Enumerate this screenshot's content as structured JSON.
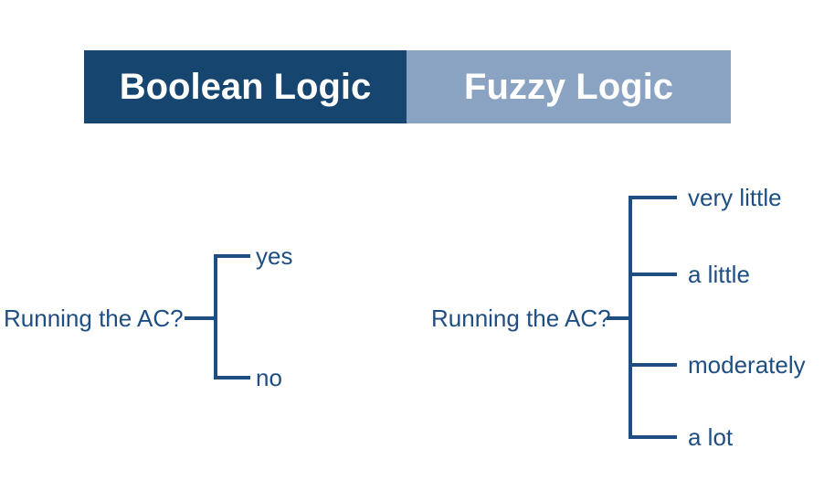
{
  "header": {
    "columns": [
      {
        "label": "Boolean Logic",
        "bg": "#164570"
      },
      {
        "label": "Fuzzy Logic",
        "bg": "#8aa3c2"
      }
    ],
    "text_color": "#ffffff"
  },
  "trees": {
    "boolean": {
      "question": "Running the AC?",
      "options": [
        "yes",
        "no"
      ]
    },
    "fuzzy": {
      "question": "Running the AC?",
      "options": [
        "very little",
        "a little",
        "moderately",
        "a lot"
      ]
    }
  },
  "colors": {
    "header_dark": "#164570",
    "header_light": "#8aa3c2",
    "diagram_line_and_text": "#1e4e82",
    "background": "#ffffff"
  }
}
